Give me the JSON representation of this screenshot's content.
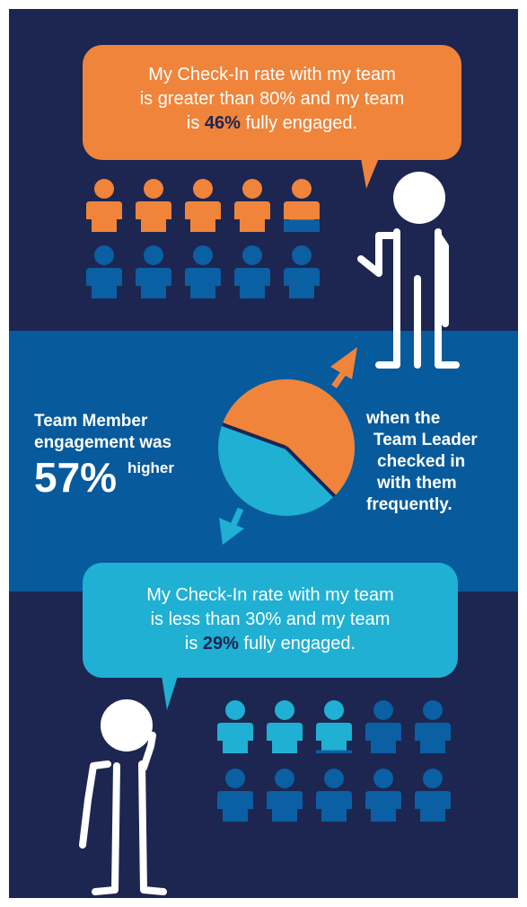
{
  "top_quote": {
    "line1": "My Check-In rate with my team",
    "line2": "is greater than 80% and my team",
    "line3_pre": "is ",
    "line3_value": "46%",
    "line3_post": " fully engaged."
  },
  "middle": {
    "left_line1": "Team Member",
    "left_line2": "engagement was",
    "big_value": "57%",
    "big_suffix": "higher",
    "right_lines": [
      "when the",
      "Team Leader",
      "checked in",
      "with them",
      "frequently."
    ]
  },
  "bottom_quote": {
    "line1": "My Check-In rate with my team",
    "line2": "is less than 30% and my team",
    "line3_pre": "is ",
    "line3_value": "29%",
    "line3_post": " fully engaged."
  },
  "pie": {
    "orange_share": 0.57,
    "colors": {
      "orange": "#f0843a",
      "cyan": "#1fb0d4",
      "navy": "#1c2651"
    }
  },
  "top_team": {
    "engaged_fraction": 0.46,
    "count": 10
  },
  "bottom_team": {
    "engaged_fraction": 0.29,
    "count": 10
  }
}
